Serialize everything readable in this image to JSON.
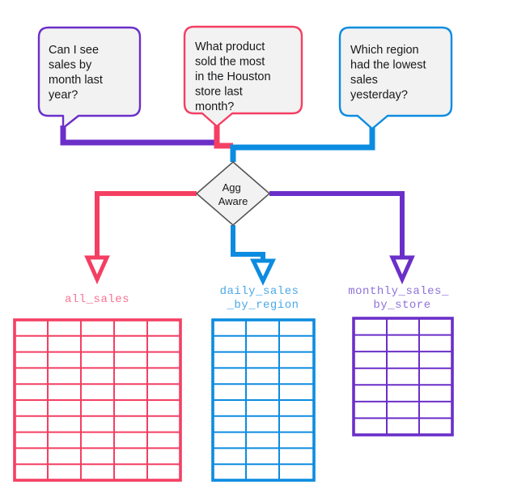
{
  "diagram": {
    "title": "Agg Aware routing diagram",
    "colors": {
      "purple": "#6B2FC9",
      "pink": "#F43F63",
      "blue": "#0C8CE0",
      "bubble_fill": "#F2F2F2",
      "diamond_fill": "#F2F2F2",
      "diamond_stroke": "#555555",
      "text": "#17181a",
      "background": "#FFFFFF"
    }
  },
  "questions": [
    {
      "id": "q-month-sales",
      "color_key": "purple",
      "color": "#6B2FC9",
      "lines": [
        "Can I see",
        "sales by",
        "month last",
        "year?"
      ],
      "full_text": "Can I see sales by month last year?"
    },
    {
      "id": "q-houston-product",
      "color_key": "pink",
      "color": "#F43F63",
      "lines": [
        "What product",
        "sold the most",
        "in the Houston",
        "store last",
        "month?"
      ],
      "full_text": "What product sold the most in the Houston store last month?"
    },
    {
      "id": "q-region-lowest",
      "color_key": "blue",
      "color": "#0C8CE0",
      "lines": [
        "Which region",
        "had the lowest",
        "sales",
        "yesterday?"
      ],
      "full_text": "Which region had the lowest sales yesterday?"
    }
  ],
  "decision_node": {
    "id": "agg-aware",
    "lines": [
      "Agg",
      "Aware"
    ],
    "full_text": "Agg Aware"
  },
  "tables": [
    {
      "id": "all-sales",
      "color_key": "pink",
      "color": "#F43F63",
      "label_lines": [
        "all_sales"
      ],
      "label_text": "all_sales",
      "columns": 5,
      "rows": 10
    },
    {
      "id": "daily-sales-by-region",
      "color_key": "blue",
      "color": "#0C8CE0",
      "label_lines": [
        "daily_sales",
        "_by_region"
      ],
      "label_text": "daily_sales_by_region",
      "columns": 3,
      "rows": 10
    },
    {
      "id": "monthly-sales-by-store",
      "color_key": "purple",
      "color": "#6B2FC9",
      "label_lines": [
        "monthly_sales_",
        "by_store"
      ],
      "label_text": "monthly_sales_by_store",
      "columns": 3,
      "rows": 7
    }
  ],
  "edges": [
    {
      "id": "edge-q1-to-node",
      "from": "q-month-sales",
      "to": "agg-aware",
      "color": "#6B2FC9"
    },
    {
      "id": "edge-q2-to-node",
      "from": "q-houston-product",
      "to": "agg-aware",
      "color": "#F43F63"
    },
    {
      "id": "edge-q3-to-node",
      "from": "q-region-lowest",
      "to": "agg-aware",
      "color": "#0C8CE0"
    },
    {
      "id": "edge-node-to-all-sales",
      "from": "agg-aware",
      "to": "all-sales",
      "color": "#F43F63"
    },
    {
      "id": "edge-node-to-daily",
      "from": "agg-aware",
      "to": "daily-sales-by-region",
      "color": "#0C8CE0"
    },
    {
      "id": "edge-node-to-monthly",
      "from": "agg-aware",
      "to": "monthly-sales-by-store",
      "color": "#6B2FC9"
    }
  ]
}
